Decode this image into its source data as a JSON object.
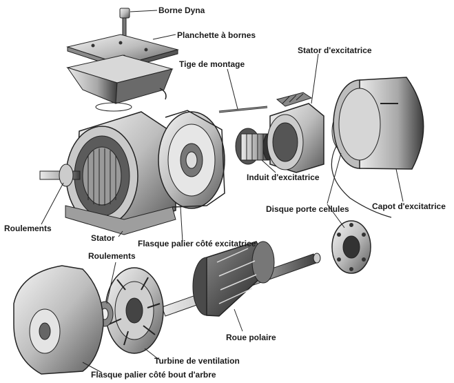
{
  "labels": {
    "borne_dyna": "Borne Dyna",
    "planchette": "Planchette à bornes",
    "tige": "Tige de montage",
    "stator_excitatrice": "Stator d'excitatrice",
    "induit": "Induit d'excitatrice",
    "disque": "Disque porte cellules",
    "capot": "Capot d'excitatrice",
    "roulements_left": "Roulements",
    "stator": "Stator",
    "flasque_excitatrice": "Flasque palier côté excitatrice",
    "roulements_bottom": "Roulements",
    "roue_polaire": "Roue polaire",
    "turbine": "Turbine de ventilation",
    "flasque_arbre": "Flasque palier côté bout d'arbre"
  }
}
